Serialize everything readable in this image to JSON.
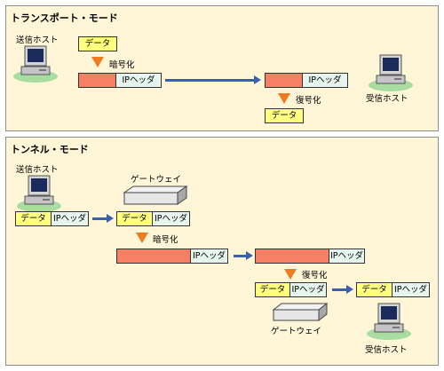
{
  "transport": {
    "title": "トランスポート・モード",
    "sender": "送信ホスト",
    "receiver": "受信ホスト",
    "data": "データ",
    "encrypt": "暗号化",
    "decrypt": "復号化",
    "ip_header": "IPヘッダ"
  },
  "tunnel": {
    "title": "トンネル・モード",
    "sender": "送信ホスト",
    "receiver": "受信ホスト",
    "gateway": "ゲートウェイ",
    "data": "データ",
    "encrypt": "暗号化",
    "decrypt": "復号化",
    "ip_header": "IPヘッダ"
  },
  "colors": {
    "panel": "#fff6d8",
    "data_box": "#ffff80",
    "ip_header_box": "#e6f6ee",
    "encrypted_box": "#f77f63",
    "triangle": "#f07a1e",
    "arrow": "#3a5fb0"
  }
}
